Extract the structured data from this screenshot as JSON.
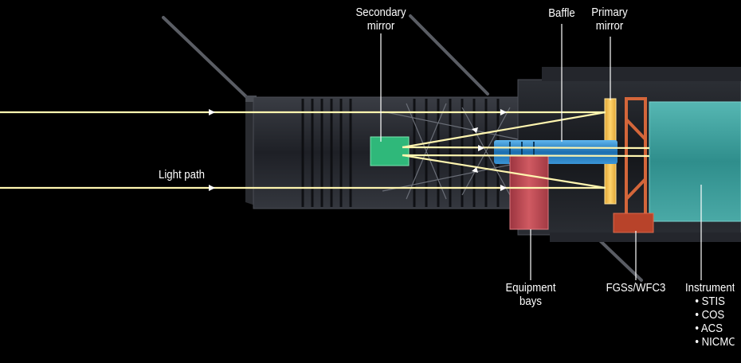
{
  "labels": {
    "secondary_mirror": [
      "Secondary",
      "mirror"
    ],
    "baffle": "Baffle",
    "primary_mirror": [
      "Primary",
      "mirror"
    ],
    "light_path": "Light path",
    "equipment_bays": [
      "Equipment",
      "bays"
    ],
    "fgs_wfc3": "FGSs/WFC3",
    "instruments": "Instruments",
    "instrument_list": [
      "• STIS",
      "• COS",
      "• ACS",
      "• NICMOS"
    ]
  },
  "colors": {
    "background": "#000000",
    "light_ray": "#fff6b0",
    "secondary_mirror": "#2fb87a",
    "primary_mirror": "#f2c24e",
    "instrument_module": "#3a9c9a",
    "equipment_bay": "#c04a52",
    "fgs_module": "#b8432a",
    "baffle": "#1c7fc2",
    "leader_line": "#ffffff"
  }
}
